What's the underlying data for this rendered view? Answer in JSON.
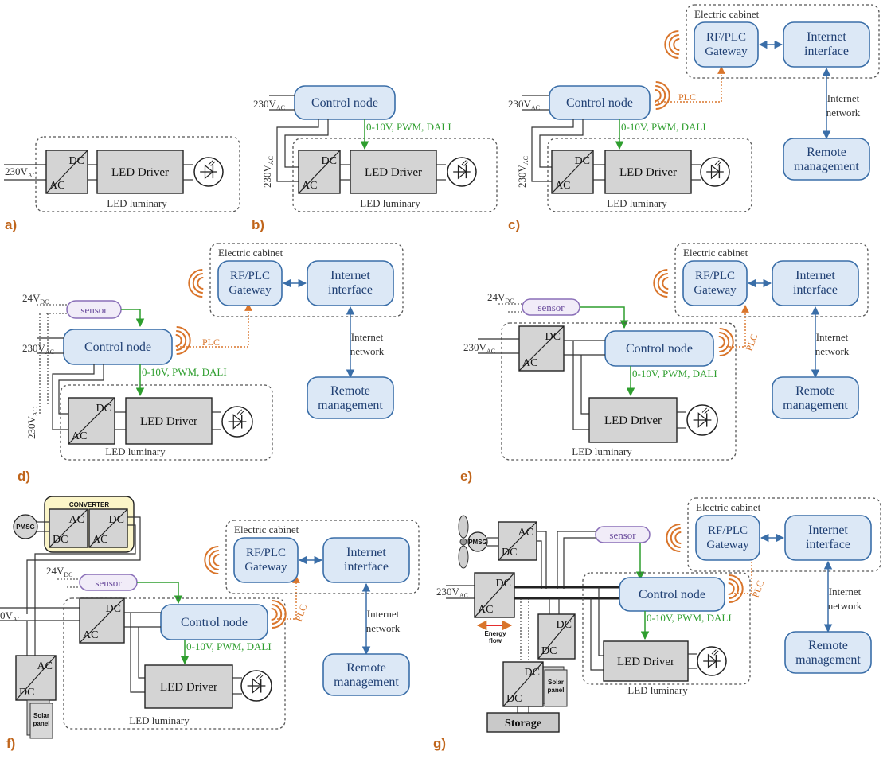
{
  "labels": {
    "dc": "DC",
    "ac": "AC",
    "led_driver": "LED Driver",
    "led_luminary": "LED luminary",
    "control_node": "Control node",
    "dimming": "0-10V, PWM, DALI",
    "plc": "PLC",
    "electric_cabinet": "Electric cabinet",
    "rf_plc_1": "RF/PLC",
    "rf_plc_2": "Gateway",
    "internet_1": "Internet",
    "internet_2": "interface",
    "network_1": "Internet",
    "network_2": "network",
    "remote_1": "Remote",
    "remote_2": "management",
    "sensor": "sensor",
    "v230": "230V",
    "v230_sub": "AC",
    "v24": "24V",
    "v24_sub": "DC",
    "v0_partial": "0V",
    "converter": "CONVERTER",
    "pmsg": "PMSG",
    "solar_1": "Solar",
    "solar_2": "panel",
    "storage": "Storage",
    "energy_1": "Energy",
    "energy_2": "flow"
  },
  "panels": [
    "a)",
    "b)",
    "c)",
    "d)",
    "e)",
    "f)",
    "g)"
  ],
  "colors": {
    "node_fill": "#dce8f6",
    "node_stroke": "#3a6ea8",
    "driver_fill": "#d4d4d4",
    "green": "#2e9e2e",
    "orange": "#d9752b",
    "sensor": "#8a6fb8",
    "converter_fill": "#fbf5c8",
    "energy_flow": "#e01010"
  }
}
